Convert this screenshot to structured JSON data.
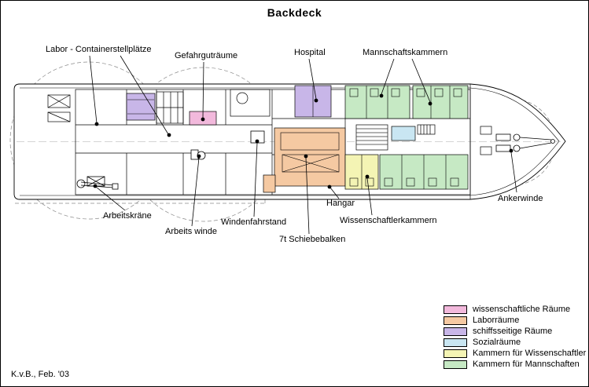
{
  "title": "Backdeck",
  "credit": "K.v.B., Feb. '03",
  "labels": {
    "labor": "Labor - Containerstellplätze",
    "gefahrgut": "Gefahrguträume",
    "hospital": "Hospital",
    "mannschaftskammern": "Mannschaftskammern",
    "ankerwinde": "Ankerwinde",
    "arbeitskraene": "Arbeitskräne",
    "arbeitswinde": "Arbeits winde",
    "windenfahrstand": "Windenfahrstand",
    "schiebebalken": "7t Schiebebalken",
    "hangar": "Hangar",
    "wissenschaftlerkammern": "Wissenschaftlerkammern"
  },
  "legend": {
    "items": [
      {
        "label": "wissenschaftliche Räume",
        "color": "#f2b9dc"
      },
      {
        "label": "Laborräume",
        "color": "#f5c9a2"
      },
      {
        "label": "schiffsseitige Räume",
        "color": "#c8b6e8"
      },
      {
        "label": "Sozialräume",
        "color": "#c9e6f2"
      },
      {
        "label": "Kammern für Wissenschaftler",
        "color": "#f4f4b4"
      },
      {
        "label": "Kammern für Mannschaften",
        "color": "#c6e9c4"
      }
    ]
  }
}
